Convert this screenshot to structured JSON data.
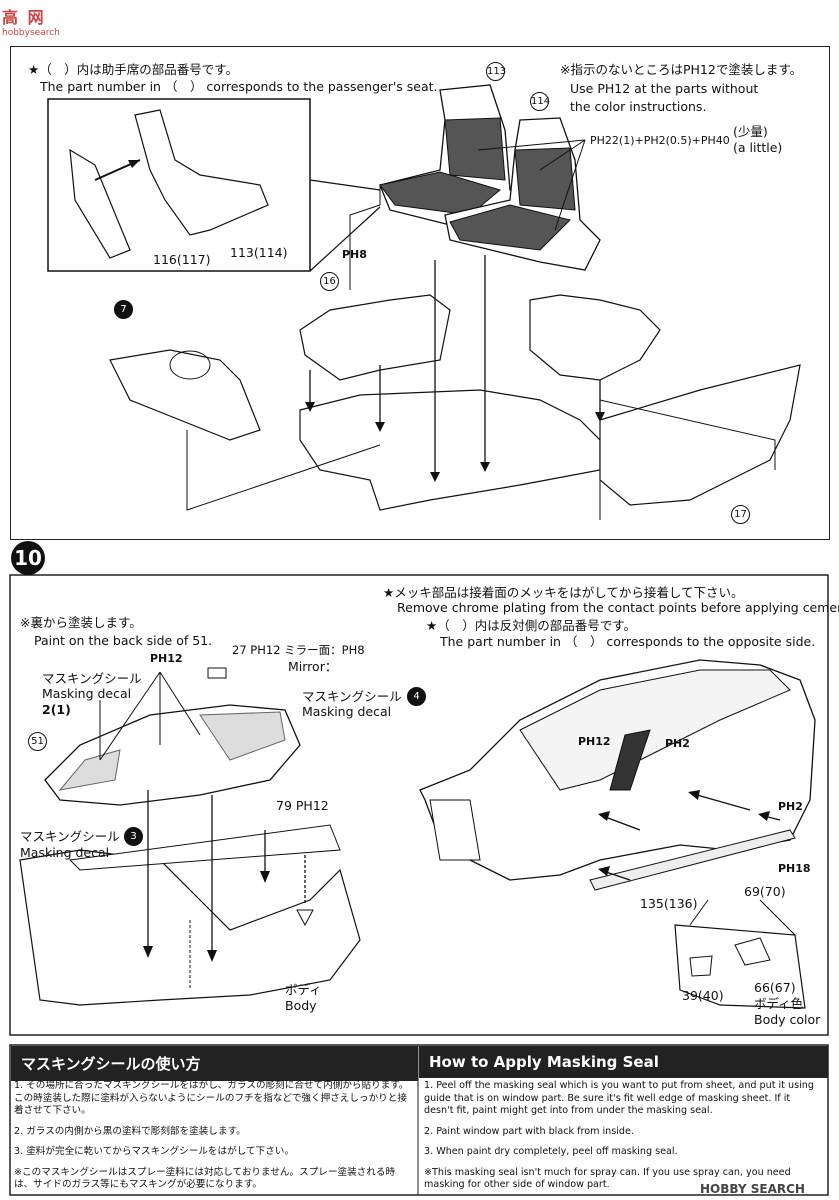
{
  "watermark": {
    "brand_chars": "高 网",
    "site": "hobbysearch"
  },
  "step9": {
    "star_note_jp": "★（　）内は助手席の部品番号です。",
    "star_note_en": "The part number in （　） corresponds to the passenger's seat.",
    "paint_note_jp": "※指示のないところはPH12で塗装します。",
    "paint_note_en1": "Use PH12 at the parts without",
    "paint_note_en2": "the color instructions.",
    "mix_label": "PH22(1)+PH2(0.5)+PH40",
    "mix_little_jp": "(少量)",
    "mix_little_en": "(a little)",
    "parts": [
      "113",
      "114",
      "116",
      "117",
      "16",
      "7",
      "17"
    ],
    "ph8": "PH8",
    "sub_labels": {
      "p116_117": "116(117)",
      "p113_114": "113(114)"
    }
  },
  "step10": {
    "step_number": "10",
    "chrome_note_jp": "★メッキ部品は接着面のメッキをはがしてから接着して下さい。",
    "chrome_note_en": "Remove chrome plating from the contact points before applying cement.",
    "star_note_jp": "★（　）内は反対側の部品番号です。",
    "star_note_en": "The part number in （　） corresponds to the opposite side.",
    "back_note_jp": "※裏から塗装します。",
    "back_note_en": "Paint on the back side of 51.",
    "mirror_label": "27 PH12 ミラー面：PH8",
    "mirror_en": "Mirror：",
    "ph12": "PH12",
    "mask_decal_jp": "マスキングシール",
    "mask_decal_en": "Masking decal",
    "mask_2_1": "2(1)",
    "mask_4": "4",
    "mask_3": "3",
    "part51": "51",
    "part79": "79 PH12",
    "body_jp": "ボディ",
    "body_en": "Body",
    "ph2": "PH2",
    "ph18": "PH18",
    "p69_70": "69(70)",
    "p135_136": "135(136)",
    "p39_40": "39(40)",
    "p66_67": "66(67)",
    "body_color_jp": "ボディ色",
    "body_color_en": "Body color"
  },
  "footer": {
    "left_title": "マスキングシールの使い方",
    "left_items": [
      "1. その場所に合ったマスキングシールをはがし、ガラスの彫刻に合せて内側から貼ります。この時塗装した際に塗料が入らないようにシールのフチを指などで強く押さえしっかりと接着させて下さい。",
      "2. ガラスの内側から黒の塗料で彫刻部を塗装します。",
      "3. 塗料が完全に乾いてからマスキングシールをはがして下さい。",
      "※このマスキングシールはスプレー塗料には対応しておりません。スプレー塗装される時は、サイドのガラス等にもマスキングが必要になります。"
    ],
    "right_title": "How to Apply Masking Seal",
    "right_items": [
      "1. Peel off the masking seal which is you want to put from sheet, and put it using guide that is on window part. Be sure it's fit well edge of masking sheet. If it desn't fit, paint might get into from under the masking seal.",
      "2. Paint window part with black from inside.",
      "3. When paint dry completely, peel off masking seal.",
      "※This masking seal isn't much for spray can. If you use spray can, you need masking for other side of window part."
    ],
    "brand": "HOBBY SEARCH"
  }
}
